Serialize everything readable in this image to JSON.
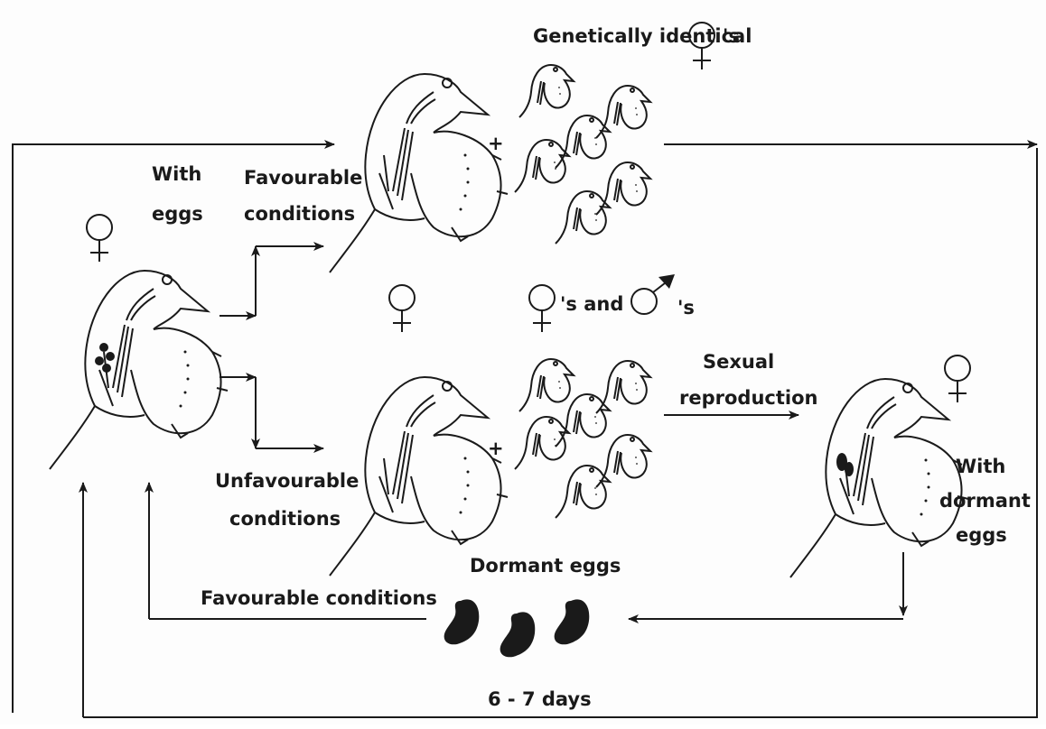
{
  "labels": {
    "genetically_identical": "Genetically identical",
    "genetically_identical_suffix": "'s",
    "with_eggs_line1": "With",
    "with_eggs_line2": "eggs",
    "favourable_top_line1": "Favourable",
    "favourable_top_line2": "conditions",
    "females_and": "'s and",
    "males_suffix": "'s",
    "sexual_line1": "Sexual",
    "sexual_line2": "reproduction",
    "unfavourable_line1": "Unfavourable",
    "unfavourable_line2": "conditions",
    "with_dormant_line1": "With",
    "with_dormant_line2": "dormant",
    "with_dormant_line3": "eggs",
    "dormant_eggs": "Dormant eggs",
    "favourable_bottom": "Favourable conditions",
    "days": "6 - 7 days",
    "plus": "+"
  },
  "colors": {
    "ink": "#1a1a1a",
    "paper": "#fdfdfd"
  },
  "icons": [
    "female-symbol",
    "male-symbol",
    "daphnia-illustration",
    "dormant-egg",
    "arrow"
  ]
}
